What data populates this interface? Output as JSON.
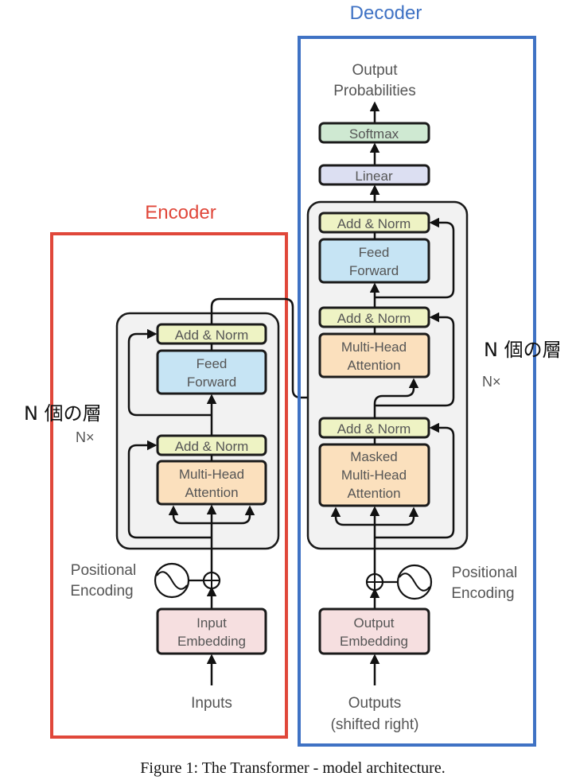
{
  "encoder": {
    "title": "Encoder",
    "color": "#e0473a",
    "layers_label_jp": "N 個の層",
    "repeat_label": "N×",
    "add_norm_top": "Add & Norm",
    "feed_forward": [
      "Feed",
      "Forward"
    ],
    "add_norm_bottom": "Add & Norm",
    "attention": [
      "Multi-Head",
      "Attention"
    ],
    "positional_encoding": [
      "Positional",
      "Encoding"
    ],
    "embedding": [
      "Input",
      "Embedding"
    ],
    "input_label": "Inputs"
  },
  "decoder": {
    "title": "Decoder",
    "color": "#3f72c4",
    "layers_label_jp": "N 個の層",
    "repeat_label": "N×",
    "output_label": [
      "Output",
      "Probabilities"
    ],
    "softmax": "Softmax",
    "linear": "Linear",
    "add_norm_1": "Add & Norm",
    "feed_forward": [
      "Feed",
      "Forward"
    ],
    "add_norm_2": "Add & Norm",
    "attention": [
      "Multi-Head",
      "Attention"
    ],
    "add_norm_3": "Add & Norm",
    "masked_attention": [
      "Masked",
      "Multi-Head",
      "Attention"
    ],
    "positional_encoding": [
      "Positional",
      "Encoding"
    ],
    "embedding": [
      "Output",
      "Embedding"
    ],
    "input_label": [
      "Outputs",
      "(shifted right)"
    ]
  },
  "block_colors": {
    "add_norm": "#eef3c4",
    "feed_forward": "#c6e4f4",
    "attention": "#fbe0bd",
    "embedding": "#f6dfe0",
    "softmax": "#cfe9d2",
    "linear": "#dcdff2",
    "layer_stack": "#f2f2f2"
  },
  "caption": "Figure 1: The Transformer - model architecture."
}
